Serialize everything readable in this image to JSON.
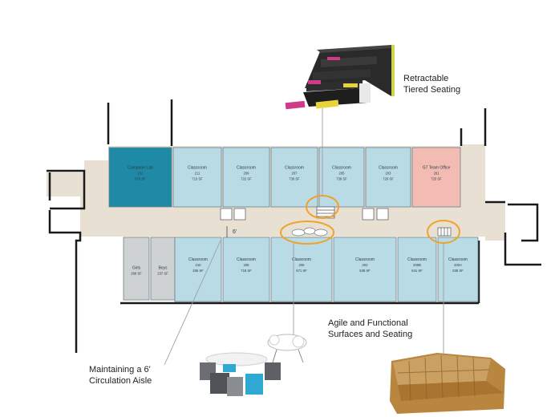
{
  "colors": {
    "corridor": "#e8e0d2",
    "classroom": "#b9dbe6",
    "computer_lab": "#1f8aa6",
    "team_office": "#f2bcb2",
    "restroom": "#cfd2d3",
    "highlight": "#f0a22a",
    "wall": "#1a1a1a",
    "leader": "#9aa0a4"
  },
  "rooms_top": [
    {
      "name": "Computer Lab",
      "number": "211",
      "area": "870 SF",
      "kind": "lab"
    },
    {
      "name": "Classroom",
      "number": "211",
      "area": "710 SF",
      "kind": "classroom"
    },
    {
      "name": "Classroom",
      "number": "209",
      "area": "722 SF",
      "kind": "classroom"
    },
    {
      "name": "Classroom",
      "number": "207",
      "area": "736 SF",
      "kind": "classroom"
    },
    {
      "name": "Classroom",
      "number": "205",
      "area": "736 SF",
      "kind": "classroom"
    },
    {
      "name": "Classroom",
      "number": "203",
      "area": "729 SF",
      "kind": "classroom"
    },
    {
      "name": "G7 Team Office",
      "number": "201",
      "area": "725 SF",
      "kind": "office"
    }
  ],
  "rooms_bottom": [
    {
      "name": "Girls",
      "number": "",
      "area": "266 SF",
      "kind": "restroom"
    },
    {
      "name": "Boys",
      "number": "",
      "area": "237 SF",
      "kind": "restroom"
    },
    {
      "name": "Classroom",
      "number": "210",
      "area": "295 SF",
      "kind": "classroom"
    },
    {
      "name": "Classroom",
      "number": "208",
      "area": "718 SF",
      "kind": "classroom"
    },
    {
      "name": "Classroom",
      "number": "206",
      "area": "671 SF",
      "kind": "classroom"
    },
    {
      "name": "Classroom",
      "number": "202",
      "area": "638 SF",
      "kind": "classroom"
    },
    {
      "name": "Classroom",
      "number": "200B",
      "area": "641 SF",
      "kind": "classroom"
    },
    {
      "name": "Classroom",
      "number": "200A",
      "area": "638 SF",
      "kind": "classroom"
    }
  ],
  "dimension_label": "6'",
  "callouts": {
    "seating": "Retractable\nTiered Seating",
    "surfaces": "Agile and Functional\nSurfaces and Seating",
    "aisle": "Maintaining a 6'\nCirculation Aisle"
  }
}
